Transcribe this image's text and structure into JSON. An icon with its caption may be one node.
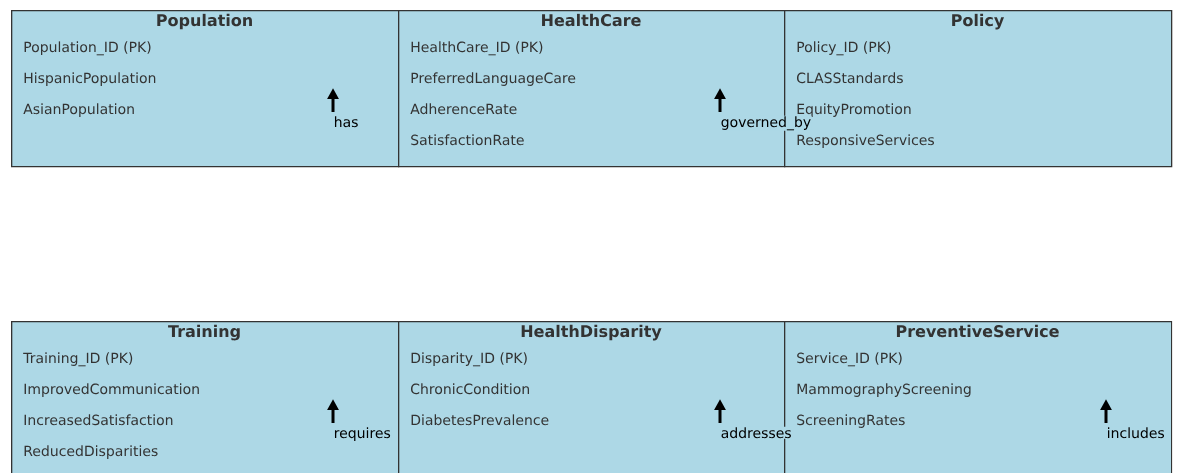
{
  "diagram": {
    "nodes": [
      {
        "text": [
          "Population",
          "Population_ID (PK)",
          "HispanicPopulation",
          "AsianPopulation"
        ]
      },
      {
        "text": [
          "HealthCare",
          "HealthCare_ID (PK)",
          "PreferredLanguageCare",
          "AdherenceRate",
          "SatisfactionRate"
        ]
      },
      {
        "text": [
          "Policy",
          "Policy_ID (PK)",
          "CLASStandards",
          "EquityPromotion",
          "ResponsiveServices"
        ]
      },
      {
        "text": [
          "Training",
          "Training_ID (PK)",
          "ImprovedCommunication",
          "IncreasedSatisfaction",
          "ReducedDisparities"
        ]
      },
      {
        "text": [
          "HealthDisparity",
          "Disparity_ID (PK)",
          "ChronicCondition",
          "DiabetesPrevalence"
        ]
      },
      {
        "text": [
          "PreventiveService",
          "Service_ID (PK)",
          "MammographyScreening",
          "ScreeningRates"
        ]
      }
    ],
    "edges": [
      {
        "from": 0,
        "to": null,
        "arrow": "to",
        "label": "has"
      },
      {
        "from": 1,
        "to": null,
        "arrow": "to",
        "label": "governed_by"
      },
      {
        "from": 3,
        "to": null,
        "arrow": "to",
        "label": "requires"
      },
      {
        "from": 4,
        "to": null,
        "arrow": "to",
        "label": "addresses"
      },
      {
        "from": 5,
        "to": null,
        "arrow": "to",
        "label": "includes"
      }
    ]
  }
}
